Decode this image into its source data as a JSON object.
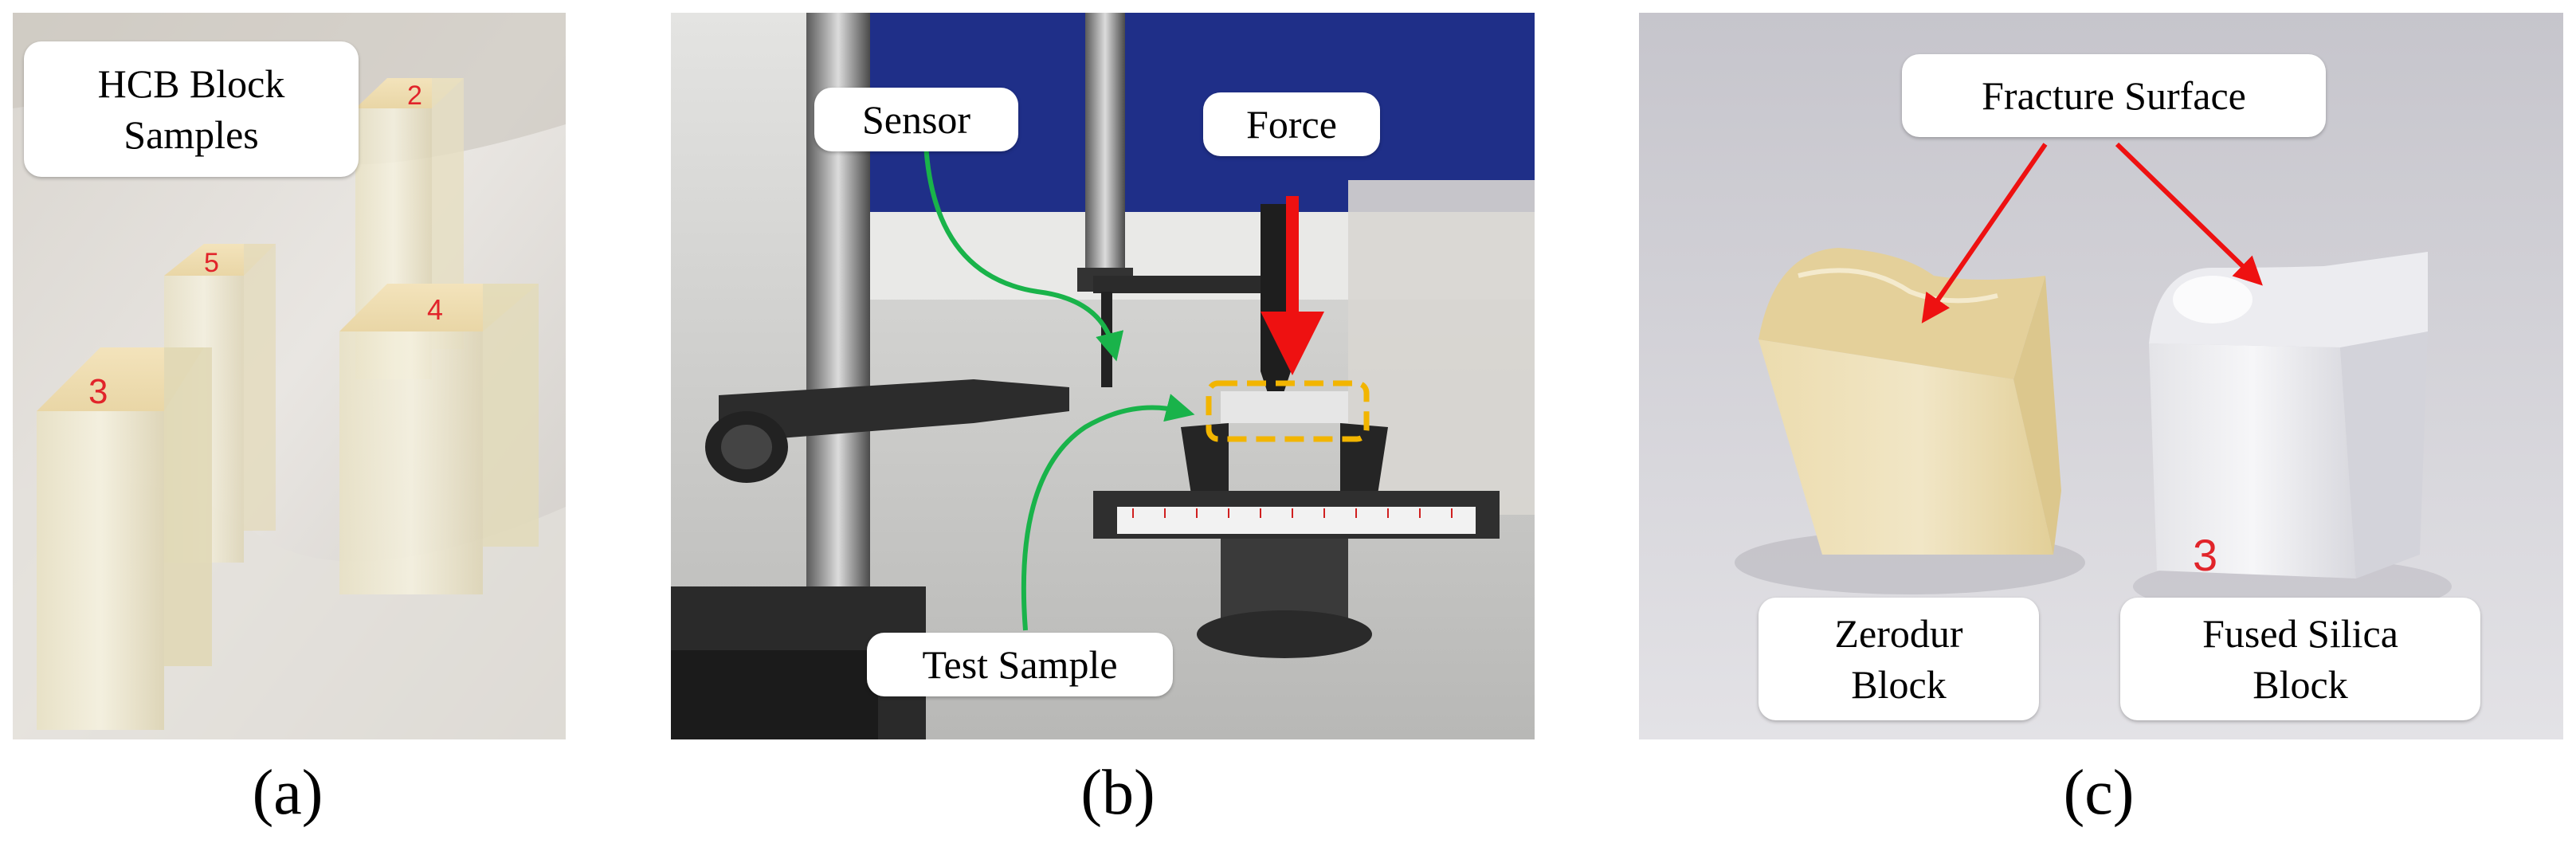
{
  "panels": {
    "a": {
      "caption": "(a)",
      "labels": {
        "hcb_block_samples": "HCB Block\nSamples"
      },
      "sample_marks": [
        "2",
        "5",
        "4",
        "3"
      ]
    },
    "b": {
      "caption": "(b)",
      "labels": {
        "sensor": "Sensor",
        "force": "Force",
        "test_sample": "Test Sample"
      },
      "colors": {
        "force_arrow": "#ee1111",
        "sensor_arrow": "#19b34a",
        "sample_box": "#f2b500"
      }
    },
    "c": {
      "caption": "(c)",
      "labels": {
        "fracture_surface": "Fracture Surface",
        "zerodur_block": "Zerodur\nBlock",
        "fused_silica_block": "Fused Silica\nBlock"
      },
      "sample_marks": [
        "3"
      ],
      "colors": {
        "fracture_arrow": "#ee1111"
      }
    }
  }
}
